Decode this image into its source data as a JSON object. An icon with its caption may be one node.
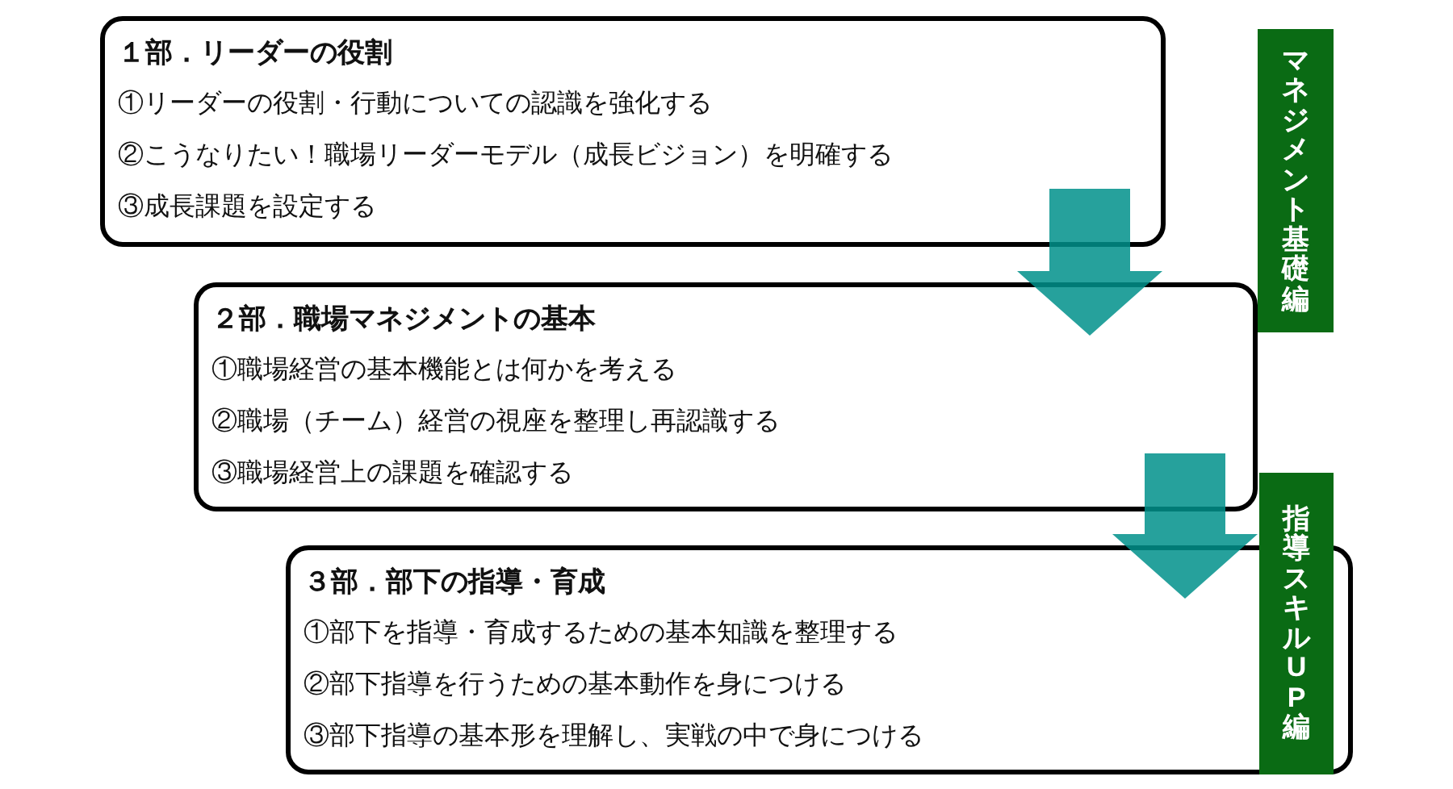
{
  "diagram": {
    "nodes": [
      {
        "text": [
          "１部．リーダーの役割",
          "①リーダーの役割・行動についての認識を強化する",
          "②こうなりたい！職場リーダーモデル（成長ビジョン）を明確する",
          "③成長課題を設定する"
        ]
      },
      {
        "text": [
          "マネジメント基礎編"
        ]
      },
      {
        "text": [
          "２部．職場マネジメントの基本",
          "①職場経営の基本機能とは何かを考える",
          "②職場（チーム）経営の視座を整理し再認識する",
          "③職場経営上の課題を確認する"
        ]
      },
      {
        "text": [
          "指導スキルUP編"
        ]
      },
      {
        "text": [
          "３部．部下の指導・育成",
          "①部下を指導・育成するための基本知識を整理する",
          "②部下指導を行うための基本動作を身につける",
          "③部下指導の基本形を理解し、実戦の中で身につける"
        ]
      }
    ],
    "edges": [
      {
        "from": 0,
        "to": 2,
        "arrow": "to"
      },
      {
        "from": 2,
        "to": 4,
        "arrow": "to"
      }
    ]
  }
}
